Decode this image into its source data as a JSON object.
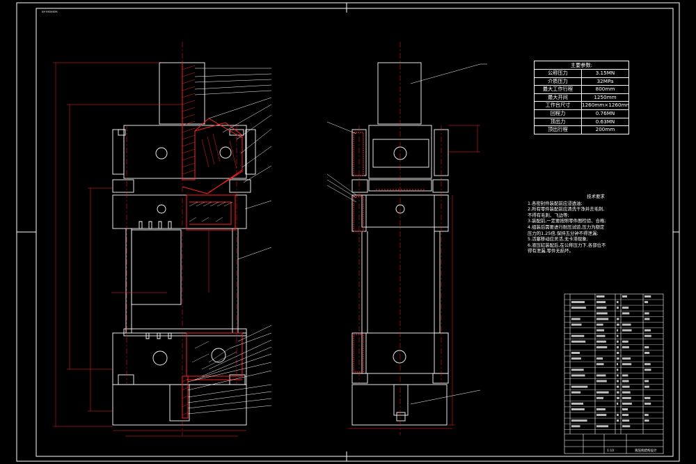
{
  "colors": {
    "background": "#000000",
    "line": "#ffffff",
    "section": "#ff2020",
    "dim": "#ff2020",
    "hatch_cyan": "#00c8c8"
  },
  "stamp": "xx-xxxxxxx",
  "params_table": {
    "title": "主要参数:",
    "rows": [
      {
        "k": "公称压力",
        "v": "3.15MN"
      },
      {
        "k": "介质压力",
        "v": "32MPa"
      },
      {
        "k": "最大工作行程",
        "v": "800mm"
      },
      {
        "k": "最大开间",
        "v": "1250mm"
      },
      {
        "k": "工作台尺寸",
        "v": "1260mm×1260mm"
      },
      {
        "k": "回程力",
        "v": "0.76MN"
      },
      {
        "k": "顶出力",
        "v": "0.63MN"
      },
      {
        "k": "顶出行程",
        "v": "200mm"
      }
    ]
  },
  "tech_notes": {
    "title": "技术要求",
    "lines": [
      "1.各密封件装配前应浸透油;",
      "2.所有零件装配前应清洗干净并去毛刺,",
      "  不得有毛刺、飞边等;",
      "3.装配前,一定要按照零件图检验、合格;",
      "4.组装后需要进行耐压试验,压力为额定",
      "  压力的1.25倍,保持五分钟不得泄漏;",
      "5.活塞移动应灵活,无卡滞现象;",
      "6.液压缸装配后,在公称压力下,各部位不",
      "  得有泄漏,零件无损坏。"
    ]
  },
  "title_block": {
    "name": "液压机结构设计",
    "scale": "1:10"
  }
}
